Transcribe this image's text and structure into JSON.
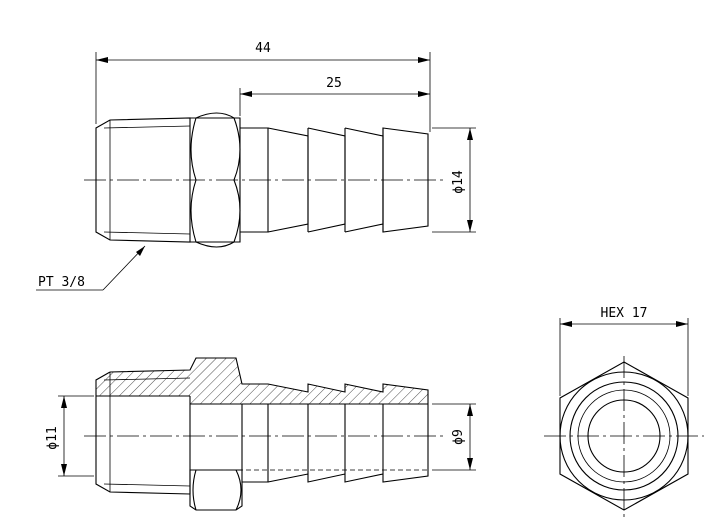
{
  "dimensions": {
    "overall_length": "44",
    "barb_length": "25",
    "barb_diameter": "ϕ14",
    "thread_spec": "PT 3/8",
    "hex_size": "HEX 17",
    "thread_diameter": "ϕ11",
    "bore_diameter": "ϕ9"
  }
}
